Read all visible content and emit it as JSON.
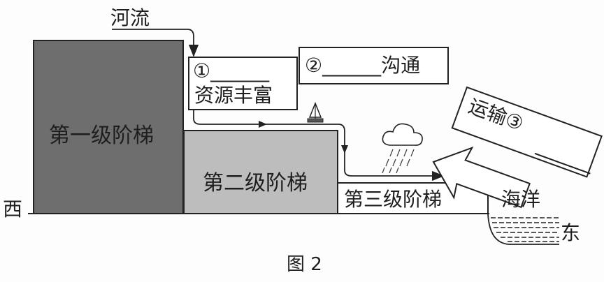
{
  "river_label": "河流",
  "steps": [
    {
      "label": "第一级阶梯",
      "color": "#6e6e6e"
    },
    {
      "label": "第二级阶梯",
      "color": "#bdbdbd"
    },
    {
      "label": "第三级阶梯",
      "color": "#ffffff"
    }
  ],
  "box1": {
    "line1": "①______",
    "line2": "资源丰富"
  },
  "box2": {
    "text": "②______沟通"
  },
  "box3": {
    "line1": "运输③",
    "line2": "______"
  },
  "ocean_label": "海洋",
  "west_label": "西",
  "east_label": "东",
  "caption": "图 2"
}
